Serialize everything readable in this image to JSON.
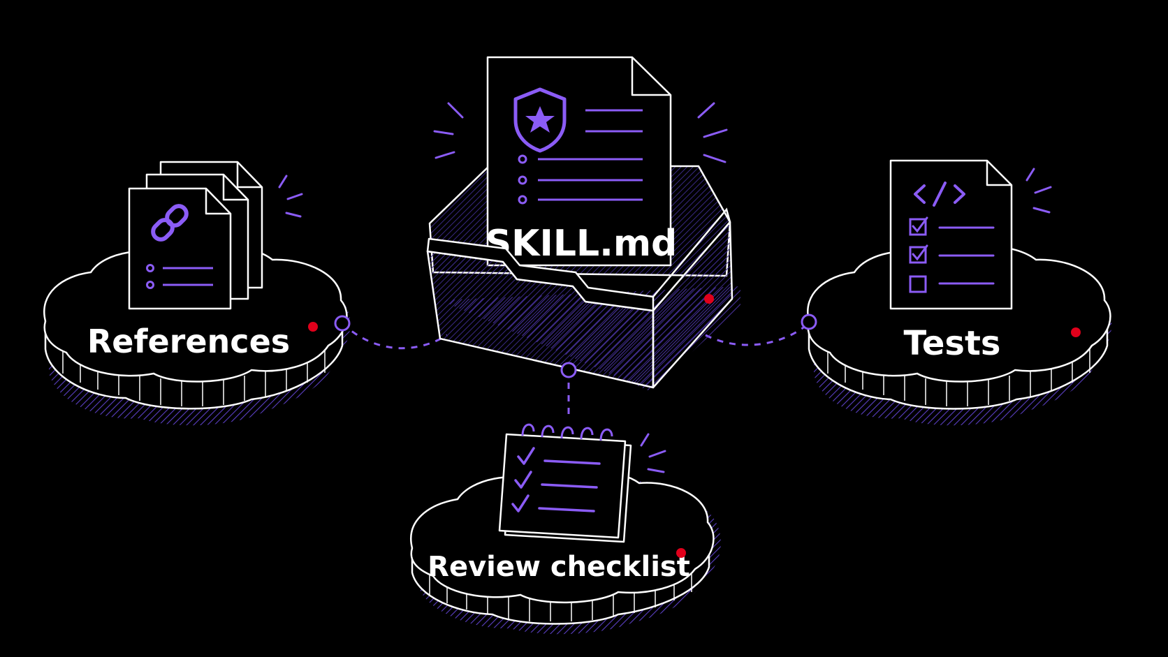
{
  "labels": {
    "center": "SKILL.md",
    "left": "References",
    "right": "Tests",
    "bottom": "Review checklist"
  },
  "icons": {
    "center": "shield-star-icon",
    "left": "link-icon",
    "right": "code-icon",
    "bottom": "notepad-checklist-icon"
  },
  "colors": {
    "background": "#000000",
    "stroke": "#ffffff",
    "accent": "#8b5cf6",
    "dot": "#e0001b"
  }
}
